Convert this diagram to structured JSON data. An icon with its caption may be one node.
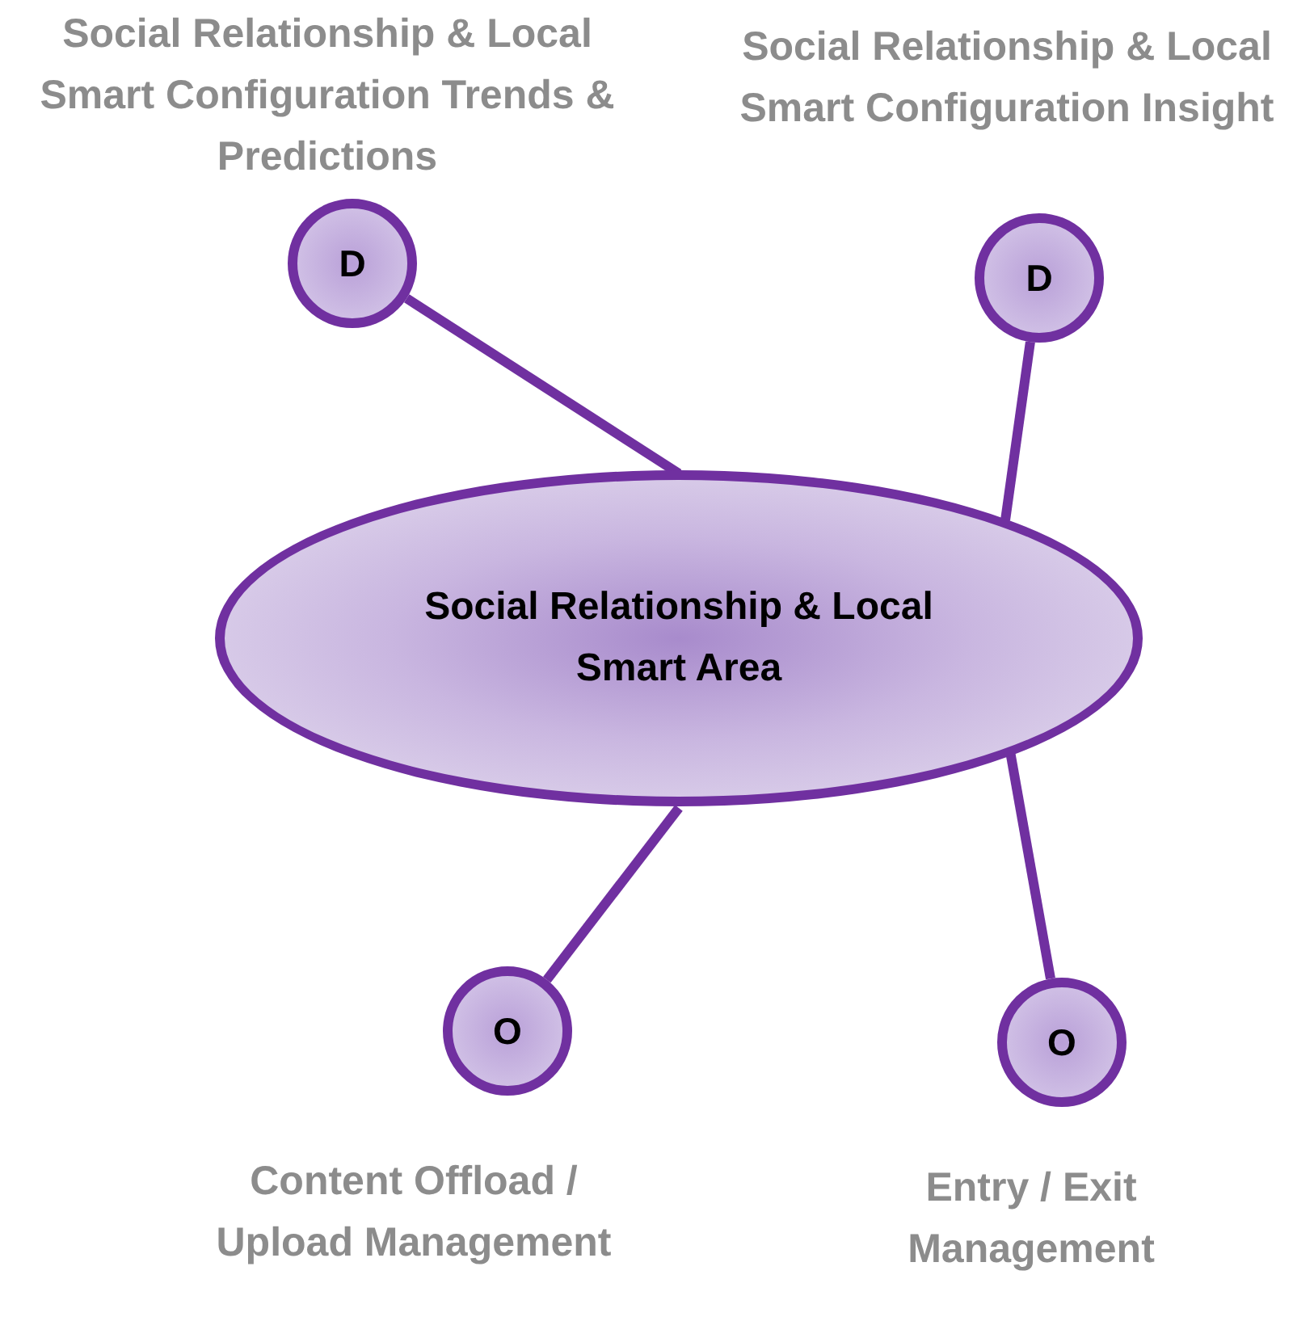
{
  "diagram": {
    "nodes": [
      {
        "text": [
          "Social Relationship & Local Smart Area"
        ]
      },
      {
        "text": [
          "D"
        ],
        "beside": [
          "Social Relationship & Local Smart Configuration Trends & Predictions"
        ]
      },
      {
        "text": [
          "D"
        ],
        "beside": [
          "Social Relationship & Local Smart Configuration Insight"
        ]
      },
      {
        "text": [
          "O"
        ],
        "beside": [
          "Content Offload / Upload Management"
        ]
      },
      {
        "text": [
          "O"
        ],
        "beside": [
          "Entry / Exit Management"
        ]
      }
    ],
    "edges": [
      {
        "from": 0,
        "to": 1,
        "arrow": "none"
      },
      {
        "from": 0,
        "to": 2,
        "arrow": "none"
      },
      {
        "from": 0,
        "to": 3,
        "arrow": "none"
      },
      {
        "from": 0,
        "to": 4,
        "arrow": "none"
      }
    ]
  }
}
